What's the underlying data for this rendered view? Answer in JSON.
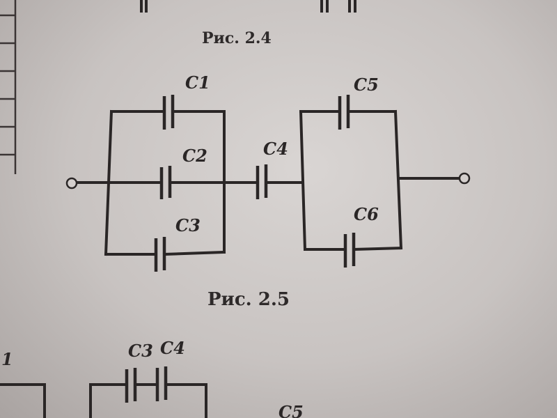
{
  "captions": {
    "top": "Рис. 2.4",
    "main": "Рис. 2.5"
  },
  "capacitors": {
    "c1": "C1",
    "c2": "C2",
    "c3": "C3",
    "c4": "C4",
    "c5": "C5",
    "c6": "C6"
  },
  "next_figure": {
    "c3": "C3",
    "c4": "C4",
    "c1_partial": "1",
    "c5_partial": "C5"
  }
}
